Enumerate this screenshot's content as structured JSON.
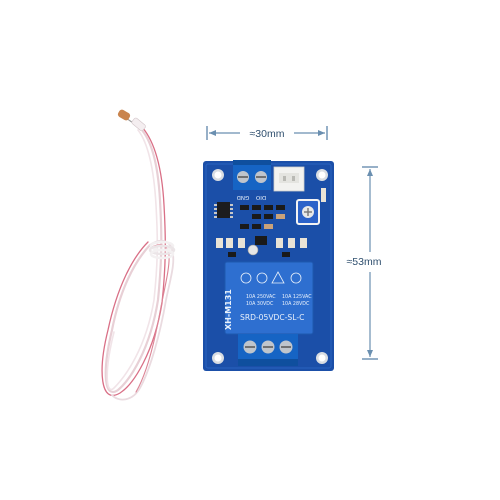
{
  "dimensions": {
    "width_label": "≈30mm",
    "height_label": "≈53mm"
  },
  "board": {
    "model_label": "XH-M131",
    "gnd_label": "GND",
    "dio_label": "DIO",
    "relay": {
      "brand": "SRD-05VDC-SL-C",
      "rating_ac1": "10A 250VAC",
      "rating_dc1": "10A 30VDC",
      "rating_ac2": "10A 125VAC",
      "rating_dc2": "10A 28VDC"
    }
  },
  "colors": {
    "pcb_blue": "#1b4fa8",
    "terminal_blue": "#1664c4",
    "relay_blue": "#2e6fd0",
    "dimension_line": "#6a8fb0"
  }
}
